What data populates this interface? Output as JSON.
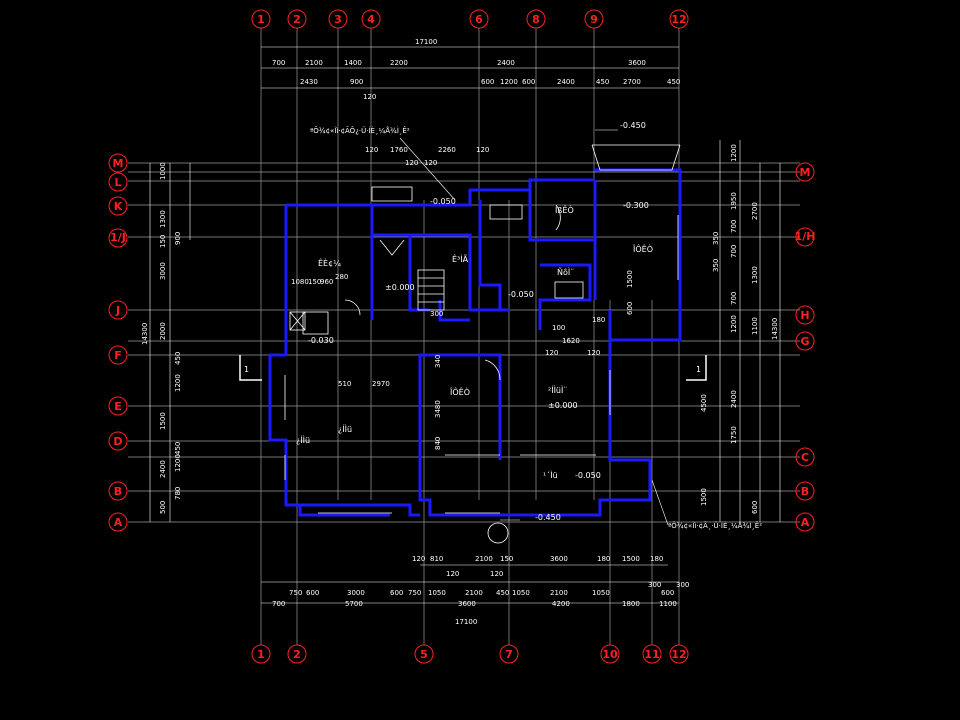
{
  "axes": {
    "top": [
      "1",
      "2",
      "3",
      "4",
      "6",
      "8",
      "9",
      "12"
    ],
    "bottom": [
      "1",
      "2",
      "5",
      "7",
      "10",
      "11",
      "12"
    ],
    "left": [
      "M",
      "L",
      "K",
      "1/J",
      "J",
      "F",
      "E",
      "D",
      "B",
      "A"
    ],
    "right": [
      "M",
      "1/H",
      "H",
      "G",
      "C",
      "B",
      "A"
    ]
  },
  "dims": {
    "top_total": "17100",
    "top_row1": [
      "700",
      "2100",
      "1400",
      "2200",
      "2400",
      "3600"
    ],
    "top_row2": [
      "2430",
      "900",
      "120",
      "600",
      "1200",
      "600",
      "2400",
      "450",
      "2700",
      "450"
    ],
    "bottom_total": "17100",
    "bottom_row1": [
      "700",
      "5700",
      "3600",
      "4200",
      "1800",
      "1100"
    ],
    "bottom_row2": [
      "750",
      "600",
      "3000",
      "600",
      "750",
      "1050",
      "2100",
      "450",
      "1050",
      "2100",
      "1050",
      "300",
      "600",
      "300"
    ],
    "bottom_row3": [
      "120",
      "810",
      "120",
      "2100",
      "150",
      "120",
      "3600",
      "180",
      "1500",
      "180"
    ],
    "left_total": "14300",
    "left_seg": [
      "1000",
      "1300",
      "3000",
      "2000",
      "450",
      "1200",
      "1200",
      "450",
      "1500",
      "2400",
      "780",
      "500"
    ],
    "right_total": "14300",
    "right_seg": [
      "1200",
      "1950",
      "2700",
      "700",
      "350",
      "700",
      "1300",
      "350",
      "700",
      "1200",
      "1100",
      "4500",
      "2400",
      "1750",
      "1500",
      "600"
    ],
    "inner": [
      "120",
      "1760",
      "2260",
      "120",
      "120",
      "120",
      "1080",
      "150",
      "960",
      "280",
      "510",
      "2970",
      "3480",
      "340",
      "120",
      "1620",
      "120",
      "180",
      "100",
      "1500",
      "600",
      "300",
      "900",
      "150",
      "840"
    ]
  },
  "levels": [
    "-0.450",
    "-0.050",
    "-0.300",
    "±0.000",
    "-0.050",
    "-0.030",
    "±0.000",
    "-0.050",
    "-0.450"
  ],
  "rooms": [
    "ÊÈ¢¼",
    "ÎÔÊÒ",
    "¿ÍÌü",
    "ÎÔÊÒ",
    "²ÍÌüÌ¨",
    "ÍßÊÒ",
    "Ê³ÌÃ",
    "¿ÍÌü",
    "ÑôÌ¨",
    "¹´Ìü"
  ],
  "notes": [
    "ªÕ¾¢«Ìì·¢ÃÔ¿·Ü·ÍÈ¸¼Å¾Ì¸Ê²",
    "ªÕ¾¢«Ìì·¢Ã¸·Ü·ÍÈ¸¼Å¾Ì¸Ê²"
  ],
  "section_marks": [
    "1",
    "1"
  ],
  "colors": {
    "axis_line": "#9a9a9a",
    "wall": "#1a1aff",
    "bubble": "#ff2020",
    "text": "#ffffff"
  }
}
